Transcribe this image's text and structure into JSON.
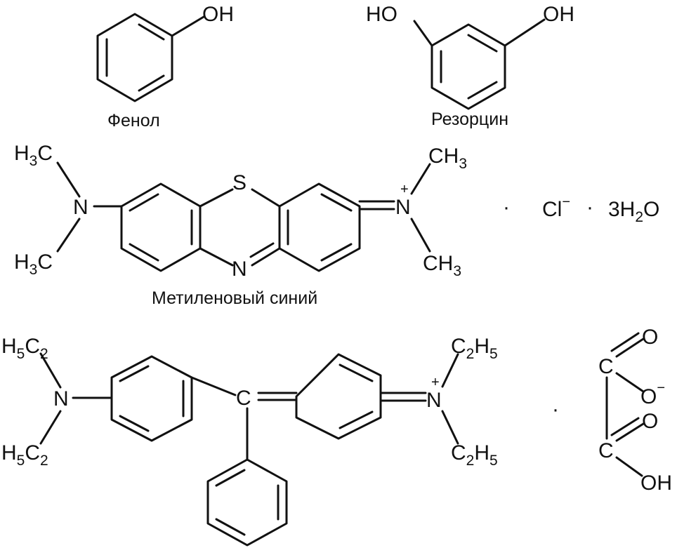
{
  "captions": {
    "phenol": "Фенол",
    "resorcinol": "Резорцин",
    "methylene_blue": "Метиленовый синий"
  },
  "atoms": {
    "oh": "OH",
    "ho": "HO",
    "h": "H",
    "c": "C",
    "n": "N",
    "s": "S",
    "o": "O",
    "cl": "Cl",
    "h2": "H",
    "sub3": "3",
    "sub2": "2",
    "sub5": "5",
    "plus": "+",
    "minus": "−",
    "dot": "·",
    "water_coef": "3H",
    "water_o": "O"
  },
  "colors": {
    "ink": "#111111",
    "background": "#ffffff"
  }
}
